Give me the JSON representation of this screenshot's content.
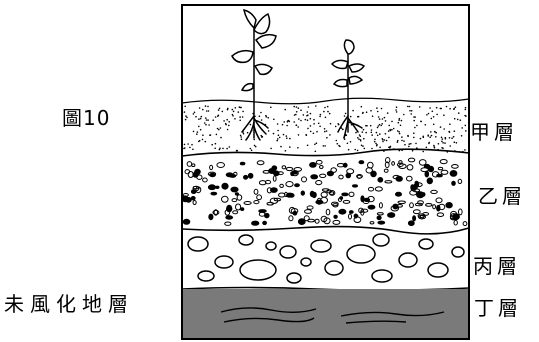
{
  "figure": {
    "caption": "圖10"
  },
  "layers": {
    "jia": "甲層",
    "yi": "乙層",
    "bing": "丙層",
    "ding": "丁層"
  },
  "bedrock_label": "未風化地層",
  "colors": {
    "ink": "#000000",
    "sky": "#ffffff",
    "topsoil": "#ffffff",
    "bedrock": "#7a7a7a"
  }
}
